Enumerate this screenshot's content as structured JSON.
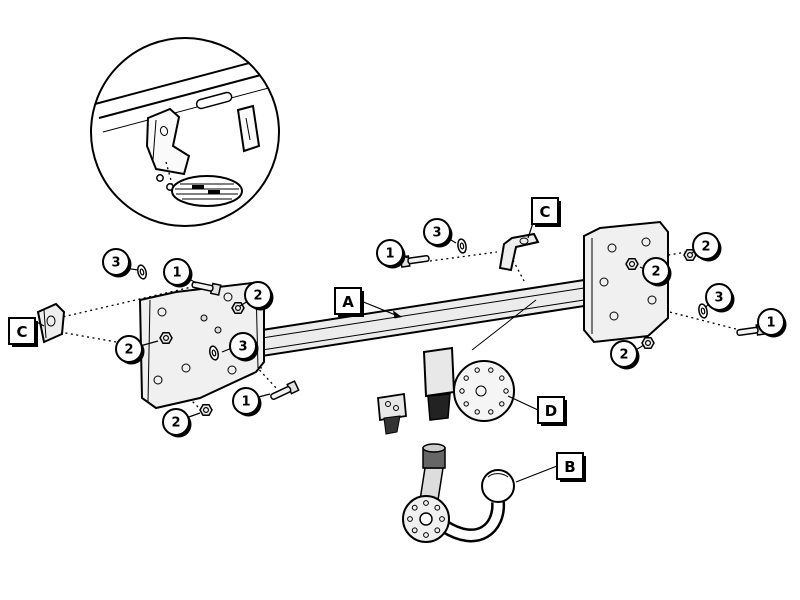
{
  "figure": {
    "background_color": "#ffffff",
    "line_color": "#000000",
    "kind": "exploded-assembly-diagram"
  },
  "labels": {
    "a": "A",
    "b": "B",
    "c": "C",
    "d": "D",
    "n1": "1",
    "n2": "2",
    "n3": "3"
  },
  "callout_instances": {
    "boxes": [
      "A",
      "B",
      "C",
      "C",
      "D"
    ],
    "circles": [
      "1",
      "1",
      "1",
      "1",
      "2",
      "2",
      "2",
      "2",
      "2",
      "2",
      "3",
      "3",
      "3",
      "3"
    ]
  }
}
